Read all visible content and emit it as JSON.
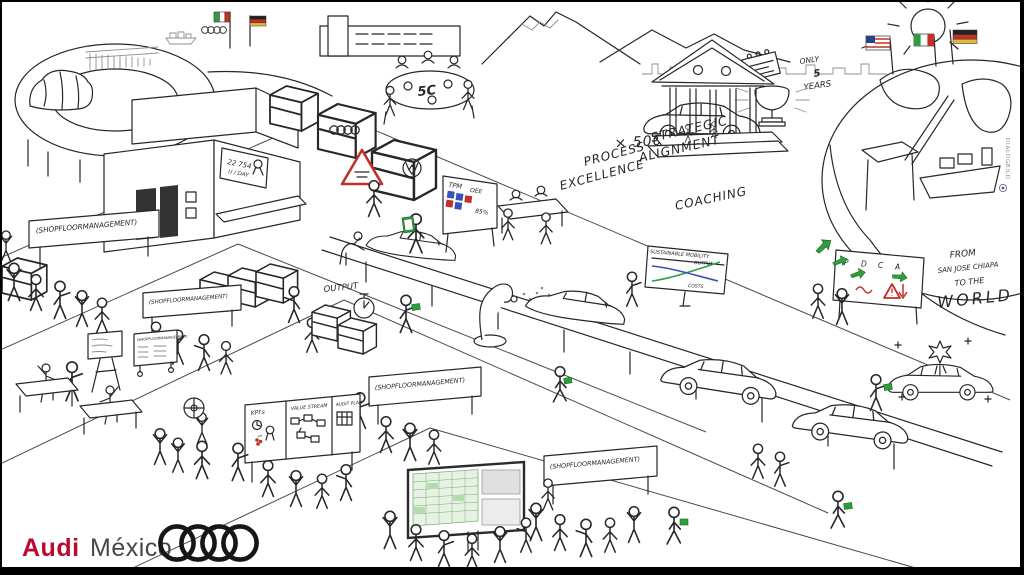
{
  "colors": {
    "ink": "#26262b",
    "audi_red": "#bb0a30",
    "accent_red": "#c23028",
    "accent_green": "#2f9e3f",
    "accent_blue": "#3553b8",
    "board_green": "#e7f3e2"
  },
  "branding": {
    "audi": "Audi",
    "mexico": "México",
    "watermark": "DIALOGBILD"
  },
  "scene": {
    "factory": {
      "sign_line1": "22 754",
      "sign_line2": "U / DAY"
    },
    "roundtable": {
      "label": "5C"
    },
    "milestone": {
      "only": "ONLY",
      "five": "5",
      "years": "YEARS",
      "units": "× 500.000"
    },
    "themes": {
      "strategic_1": "STRATEGIC",
      "strategic_2": "ALIGNMENT",
      "process_1": "PROCESS",
      "process_2": "EXCELLENCE",
      "coaching": "COACHING"
    },
    "export": {
      "from": "FROM",
      "place": "SAN JOSE CHIAPA",
      "to_the": "TO THE",
      "world": "WORLD"
    },
    "pdca": {
      "p": "P",
      "d": "D",
      "c": "C",
      "a": "A"
    },
    "tpm_board": {
      "tpm": "TPM",
      "oee": "OEE",
      "value": "85%"
    },
    "sustainability": {
      "title": "SUSTAINABLE MOBILITY",
      "up_label": "OUTPUT",
      "down_label": "COSTS"
    },
    "logistics": {
      "output": "OUTPUT"
    },
    "shopfloor_board": {
      "title": "(SHOPFLOORMANAGEMENT)"
    },
    "kpi_board": {
      "kpis": "KPI's",
      "value_stream": "VALUE STREAM",
      "audit_plan": "AUDIT PLAN"
    }
  },
  "icons": [
    "audi-rings-icon",
    "vw-logo-icon",
    "mexico-flag-icon",
    "germany-flag-icon",
    "usa-flag-icon",
    "sun-icon",
    "globe-icon",
    "ship-icon",
    "bridge-icon",
    "trophy-icon",
    "calendar-icon",
    "stopwatch-icon",
    "warning-triangle-icon",
    "green-arrow-icon",
    "clock-icon",
    "award-ribbon-icon",
    "medal-icon",
    "paint-robot-icon",
    "eye-watermark-icon"
  ]
}
